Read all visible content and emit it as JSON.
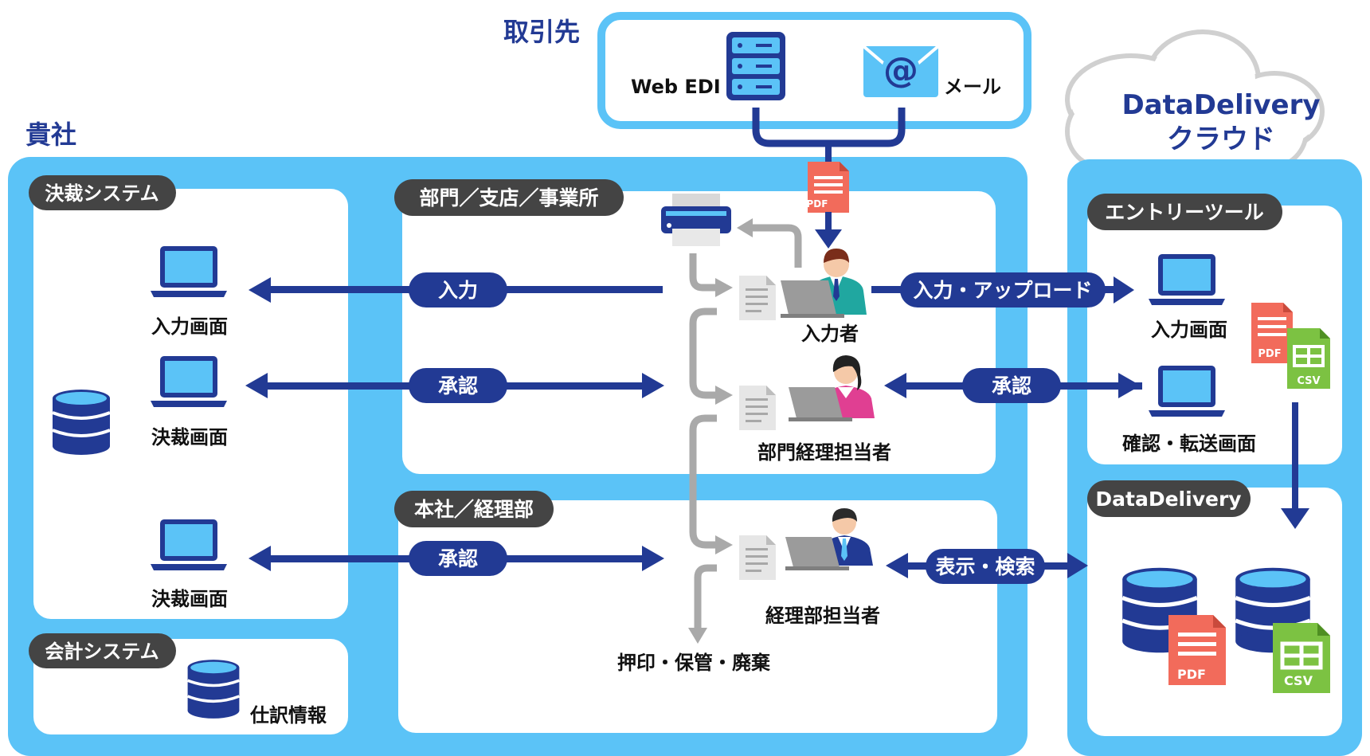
{
  "labels": {
    "partner": "取引先",
    "company": "貴社",
    "cloud_line1": "DataDelivery",
    "cloud_line2": "クラウド",
    "web_edi": "Web EDI",
    "mail": "メール",
    "kessai_system": "決裁システム",
    "kaikei_system": "会計システム",
    "bumon": "部門／支店／事業所",
    "honsha": "本社／経理部",
    "entry_tool": "エントリーツール",
    "datadelivery": "DataDelivery",
    "input_screen_left": "入力画面",
    "approval_screen_1": "決裁画面",
    "approval_screen_2": "決裁画面",
    "shiwake": "仕訳情報",
    "inputter": "入力者",
    "dept_accountant": "部門経理担当者",
    "accounting_staff": "経理部担当者",
    "stamp_store": "押印・保管・廃棄",
    "input_screen_right": "入力画面",
    "confirm_screen": "確認・転送画面",
    "pill_input": "入力",
    "pill_approval_1": "承認",
    "pill_approval_2": "承認",
    "pill_approval_3": "承認",
    "pill_upload": "入力・アップロード",
    "pill_view": "表示・検索",
    "pdf": "PDF",
    "csv": "CSV"
  },
  "colors": {
    "navy": "#223a94",
    "sky": "#5bc3f7",
    "gray_pill": "#444444",
    "pdf": "#f26b5b",
    "csv": "#7cc242",
    "light_gray": "#a9a9a9"
  }
}
